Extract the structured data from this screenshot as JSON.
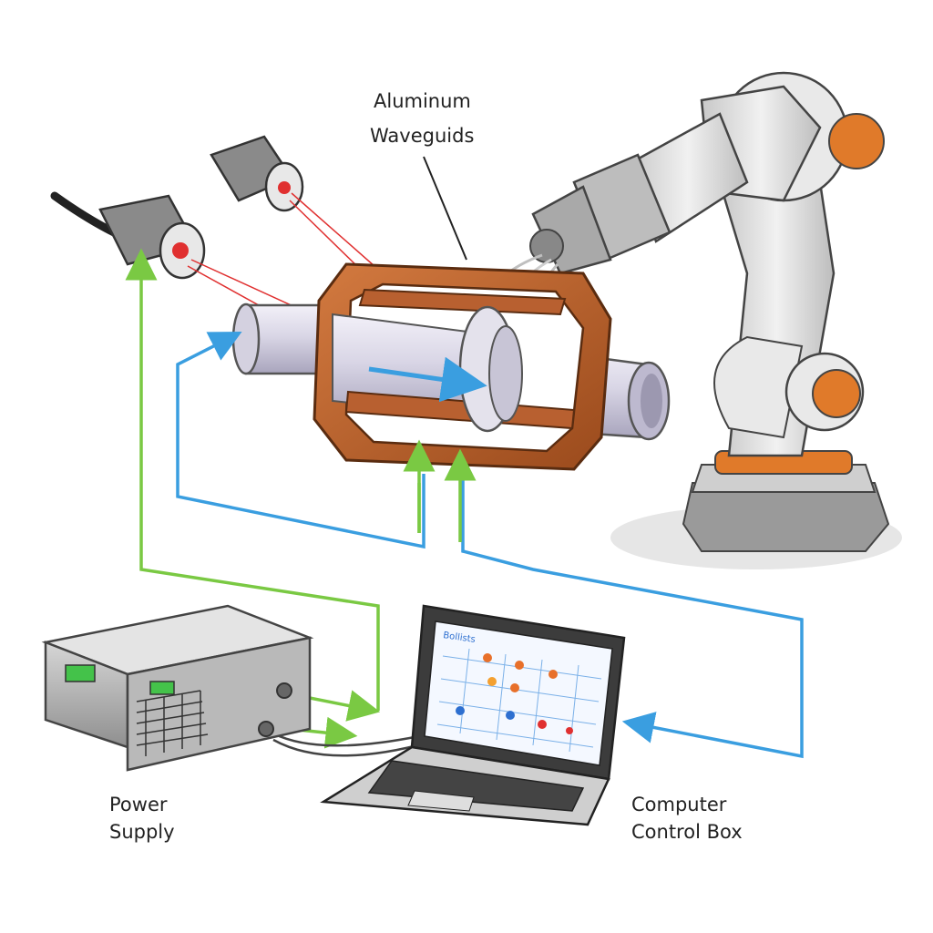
{
  "labels": {
    "waveguide_line1": "Aluminum",
    "waveguide_line2": "Waveguids",
    "power_line1": "Power",
    "power_line2": "Supply",
    "computer_line1": "Computer",
    "computer_line2": "Control Box"
  },
  "screen": {
    "title": "Bollists"
  },
  "colors": {
    "power_line": "#7ac943",
    "signal_line": "#3a9ee0",
    "laser": "#e03030",
    "frame": "#b85c28",
    "robot_joint": "#e07a2a",
    "robot_body": "#dcdcdc",
    "led": "#44c24a"
  },
  "icons": [
    "laser-sensor-icon",
    "robot-arm-icon",
    "power-supply-icon",
    "laptop-icon"
  ]
}
